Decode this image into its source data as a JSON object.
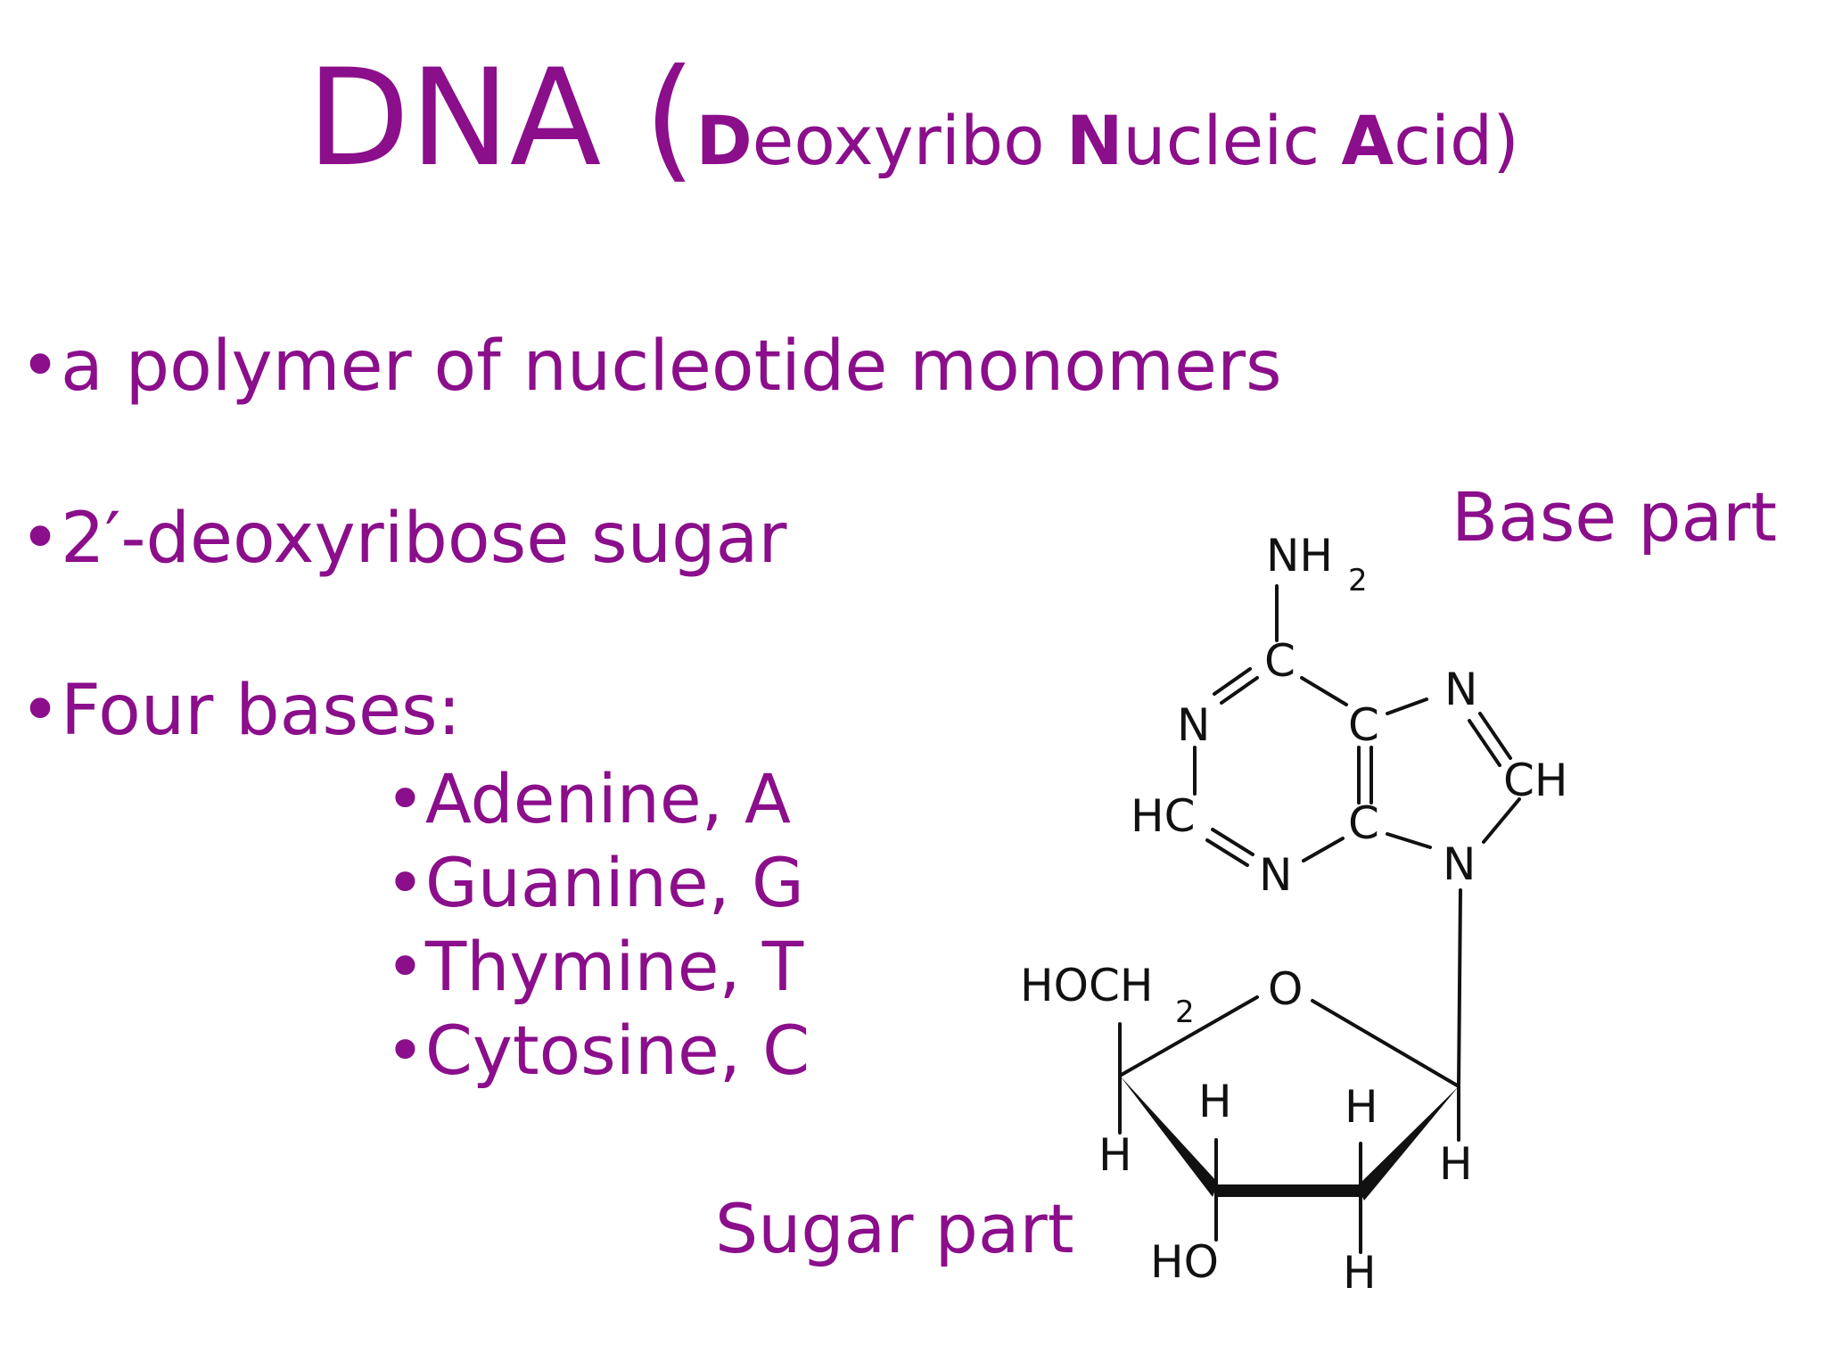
{
  "title": {
    "main": "DNA (",
    "d_cap": "D",
    "d_rest": "eoxyribo ",
    "n_cap": "N",
    "n_rest": "ucleic ",
    "a_cap": "A",
    "a_rest": "cid)"
  },
  "bullets": [
    "•a polymer of nucleotide monomers",
    "•2′-deoxyribose sugar",
    "•Four bases:"
  ],
  "bases": [
    "•Adenine, A",
    "•Guanine, G",
    "•Thymine, T",
    "•Cytosine, C"
  ],
  "labels": {
    "base_part": "Base part",
    "sugar_part": "Sugar part"
  },
  "structure_atoms": {
    "nh2": "NH",
    "nh2_sub": "2",
    "c6": "C",
    "n1": "N",
    "c5": "C",
    "n7": "N",
    "c8": "CH",
    "c2": "HC",
    "c4": "C",
    "n3": "N",
    "n9": "N",
    "hoch2": "HOCH",
    "hoch2_sub": "2",
    "o_ring": "O",
    "h_c4": "H",
    "h_c3": "H",
    "h_c2": "H",
    "h_c1": "H",
    "ho_c3": "HO",
    "h_c2_down": "H"
  },
  "colors": {
    "text": "#8b0e8b",
    "structure": "#111111"
  }
}
